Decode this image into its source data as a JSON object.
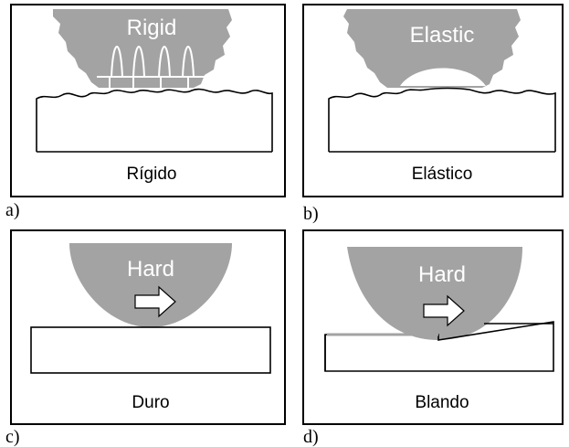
{
  "colors": {
    "gray": "#a3a3a3",
    "black": "#000000",
    "white": "#ffffff"
  },
  "panels": [
    {
      "id": "a",
      "tag": "a)",
      "inner": "Rigid",
      "caption": "Rígido"
    },
    {
      "id": "b",
      "tag": "b)",
      "inner": "Elastic",
      "caption": "Elástico"
    },
    {
      "id": "c",
      "tag": "c)",
      "inner": "Hard",
      "caption": "Duro"
    },
    {
      "id": "d",
      "tag": "d)",
      "inner": "Hard",
      "caption": "Blando"
    }
  ]
}
